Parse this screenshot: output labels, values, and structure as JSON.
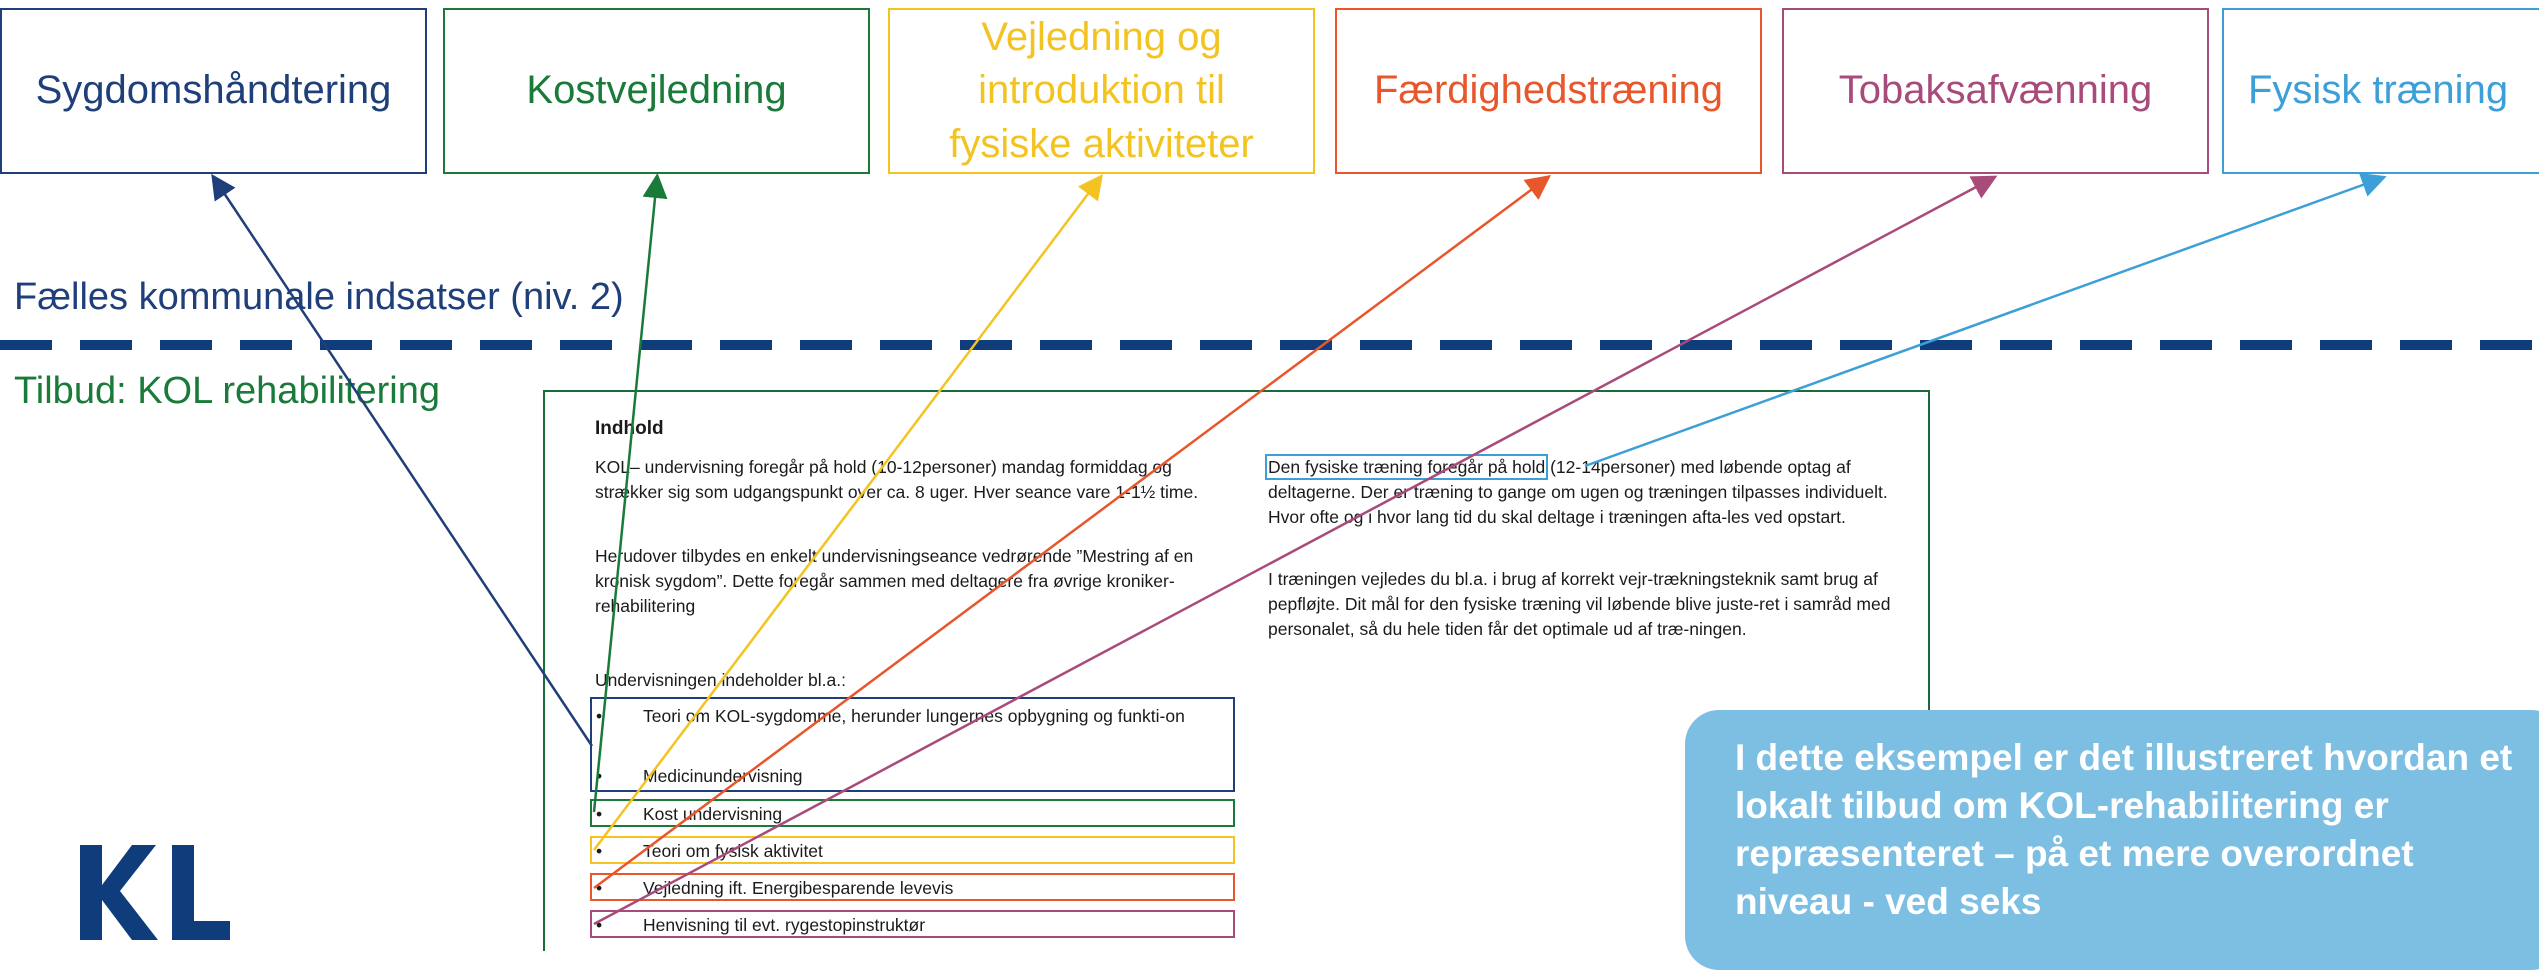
{
  "boxes": [
    {
      "label": "Sygdomshåndtering",
      "color": "#1f3f7a"
    },
    {
      "label": "Kostvejledning",
      "color": "#1a7a3a"
    },
    {
      "label": "Vejledning og introduktion til fysiske aktiviteter",
      "color": "#f3c321"
    },
    {
      "label": "Færdighedstræning",
      "color": "#e8562b"
    },
    {
      "label": "Tobaksafvænning",
      "color": "#a84b7a"
    },
    {
      "label": "Fysisk træning",
      "color": "#3d9fd7"
    }
  ],
  "heading_common": "Fælles kommunale indsatser (niv. 2)",
  "heading_offer": "Tilbud: KOL rehabilitering",
  "heading_common_color": "#1f3f7a",
  "heading_offer_color": "#1a7a3a",
  "document": {
    "title": "Indhold",
    "left_para1": "KOL– undervisning foregår på hold (10-12personer) mandag formiddag og strækker sig som udgangspunkt over ca. 8 uger. Hver seance vare 1-1½ time.",
    "left_para2": "Herudover tilbydes en enkelt undervisningseance vedrørende ”Mestring af en kronisk sygdom”. Dette foregår sammen med deltagere fra øvrige kroniker-rehabilitering",
    "list_intro": "Undervisningen indeholder bl.a.:",
    "right_highlight": "Den fysiske træning foregår på hold",
    "right_para1_rest": " (12-14personer) med løbende optag af deltagerne. Der er træning to gange om ugen og træningen tilpasses individuelt. Hvor ofte og i hvor lang tid du skal deltage i træningen afta-les ved opstart.",
    "right_para2": "I træningen vejledes du bl.a. i brug af korrekt vejr-trækningsteknik samt brug af pepfløjte. Dit mål for den fysiske træning vil løbende blive juste-ret i samråd med personalet, så du hele tiden får det optimale ud af træ-ningen.",
    "bullet": "•",
    "items": [
      {
        "text": "Teori om KOL-sygdomme, herunder lungernes opbygning og funkti-on",
        "color": "#1f3f7a"
      },
      {
        "text": "Medicinundervisning",
        "color": "#1f3f7a"
      },
      {
        "text": "Kost undervisning",
        "color": "#1a7a3a"
      },
      {
        "text": "Teori om fysisk aktivitet",
        "color": "#f3c321"
      },
      {
        "text": "Vejledning ift. Energibesparende levevis",
        "color": "#e8562b"
      },
      {
        "text": "Henvisning til evt. rygestopinstruktør",
        "color": "#a84b7a"
      }
    ]
  },
  "callout_text": "I dette eksempel er det illustreret hvordan et lokalt tilbud om KOL-rehabilitering er repræsenteret – på et mere overordnet niveau - ved seks",
  "logo_text": "KL",
  "logo_color": "#0f3c7a"
}
